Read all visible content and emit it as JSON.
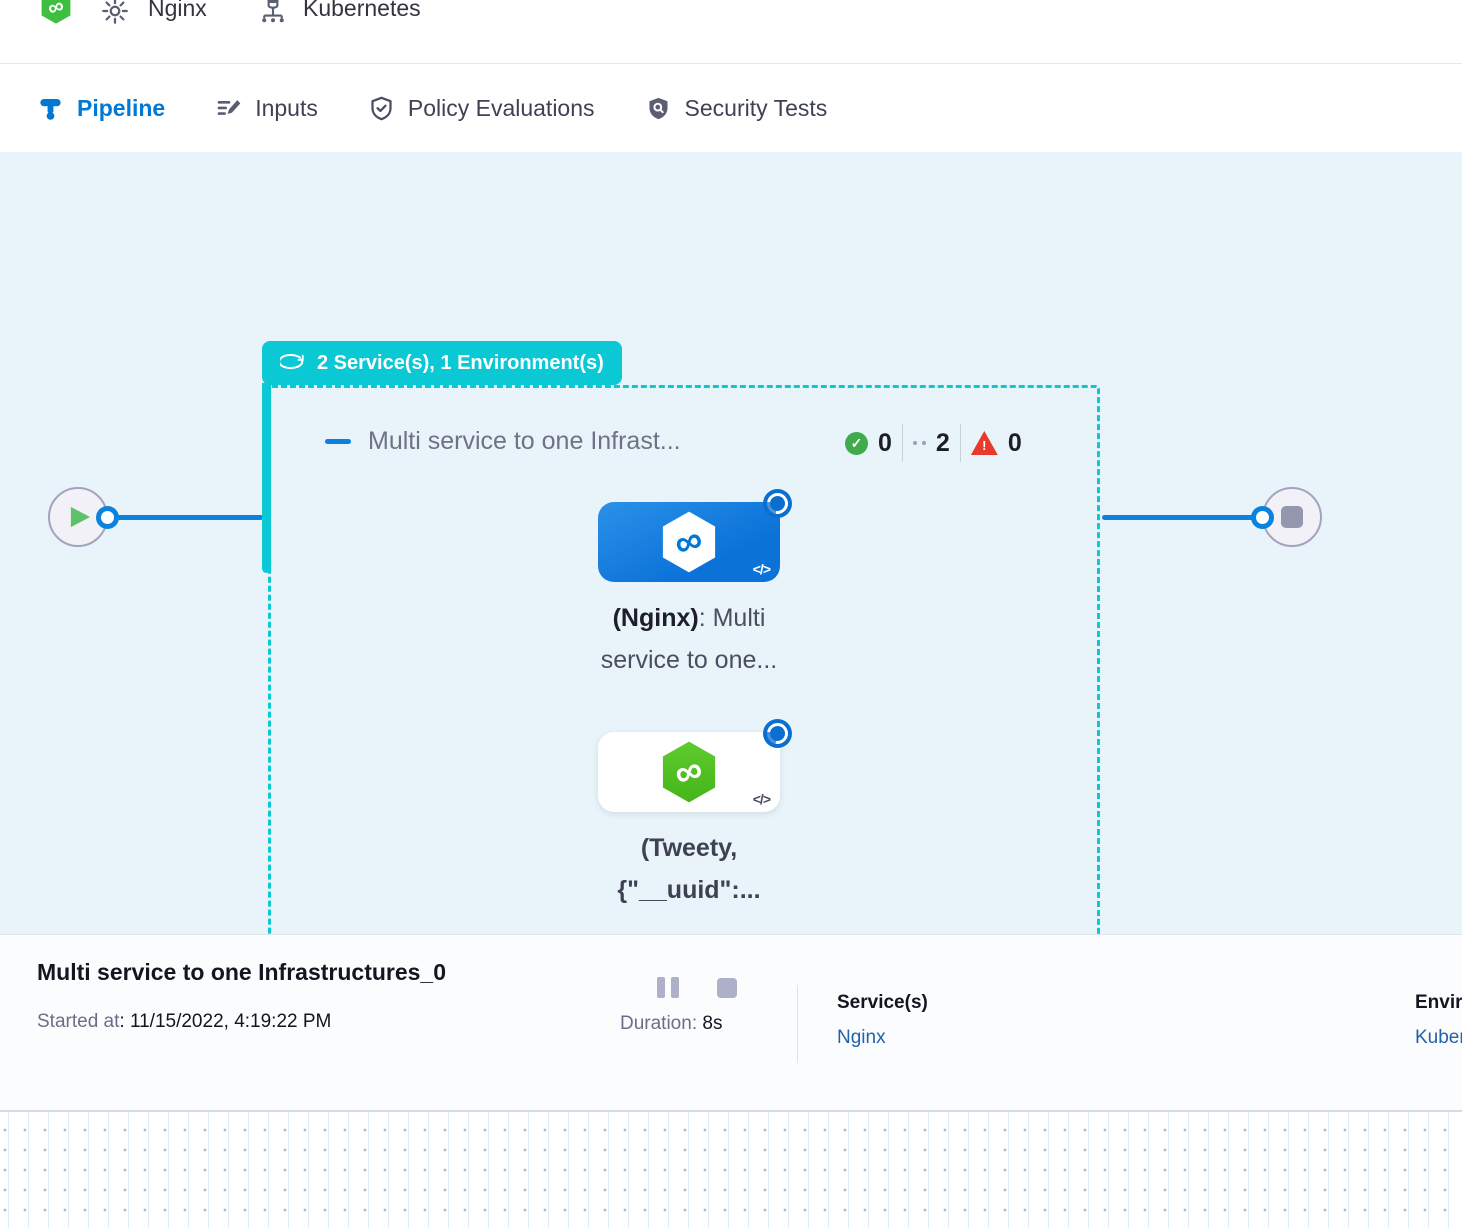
{
  "header": {
    "service_crumb": "Nginx",
    "environment_crumb": "Kubernetes"
  },
  "tabs": {
    "pipeline": "Pipeline",
    "inputs": "Inputs",
    "policy_evaluations": "Policy Evaluations",
    "security_tests": "Security Tests"
  },
  "canvas": {
    "stage_group_badge": "2 Service(s), 1 Environment(s)",
    "stage_title": "Multi service to one Infrast...",
    "status_counts": {
      "success": "0",
      "running": "2",
      "failed": "0"
    },
    "nodes": {
      "0": {
        "label_bold": "(Nginx)",
        "label_rest": ": Multi",
        "label_line2": "service to one...",
        "code_icon": "</>"
      },
      "1": {
        "label_line1": "(Tweety,",
        "label_line2": "{\"__uuid\":...",
        "code_icon": "</>"
      }
    }
  },
  "footer": {
    "title": "Multi service to one Infrastructures_0",
    "started_at_label": "Started at",
    "started_at_value": ": 11/15/2022, 4:19:22 PM",
    "duration_label": "Duration: ",
    "duration_value": "8s",
    "services_label": "Service(s)",
    "services_value": "Nginx",
    "environments_label": "Environment(s)",
    "environments_value": "Kubernetes"
  },
  "colors": {
    "accent_blue": "#0278d5",
    "teal": "#0ac8d4",
    "success_green": "#3fab4a",
    "error_red": "#e8392b",
    "brand_green": "#46b51a",
    "link_blue": "#2461a5",
    "canvas_bg": "#e8f4f9"
  }
}
